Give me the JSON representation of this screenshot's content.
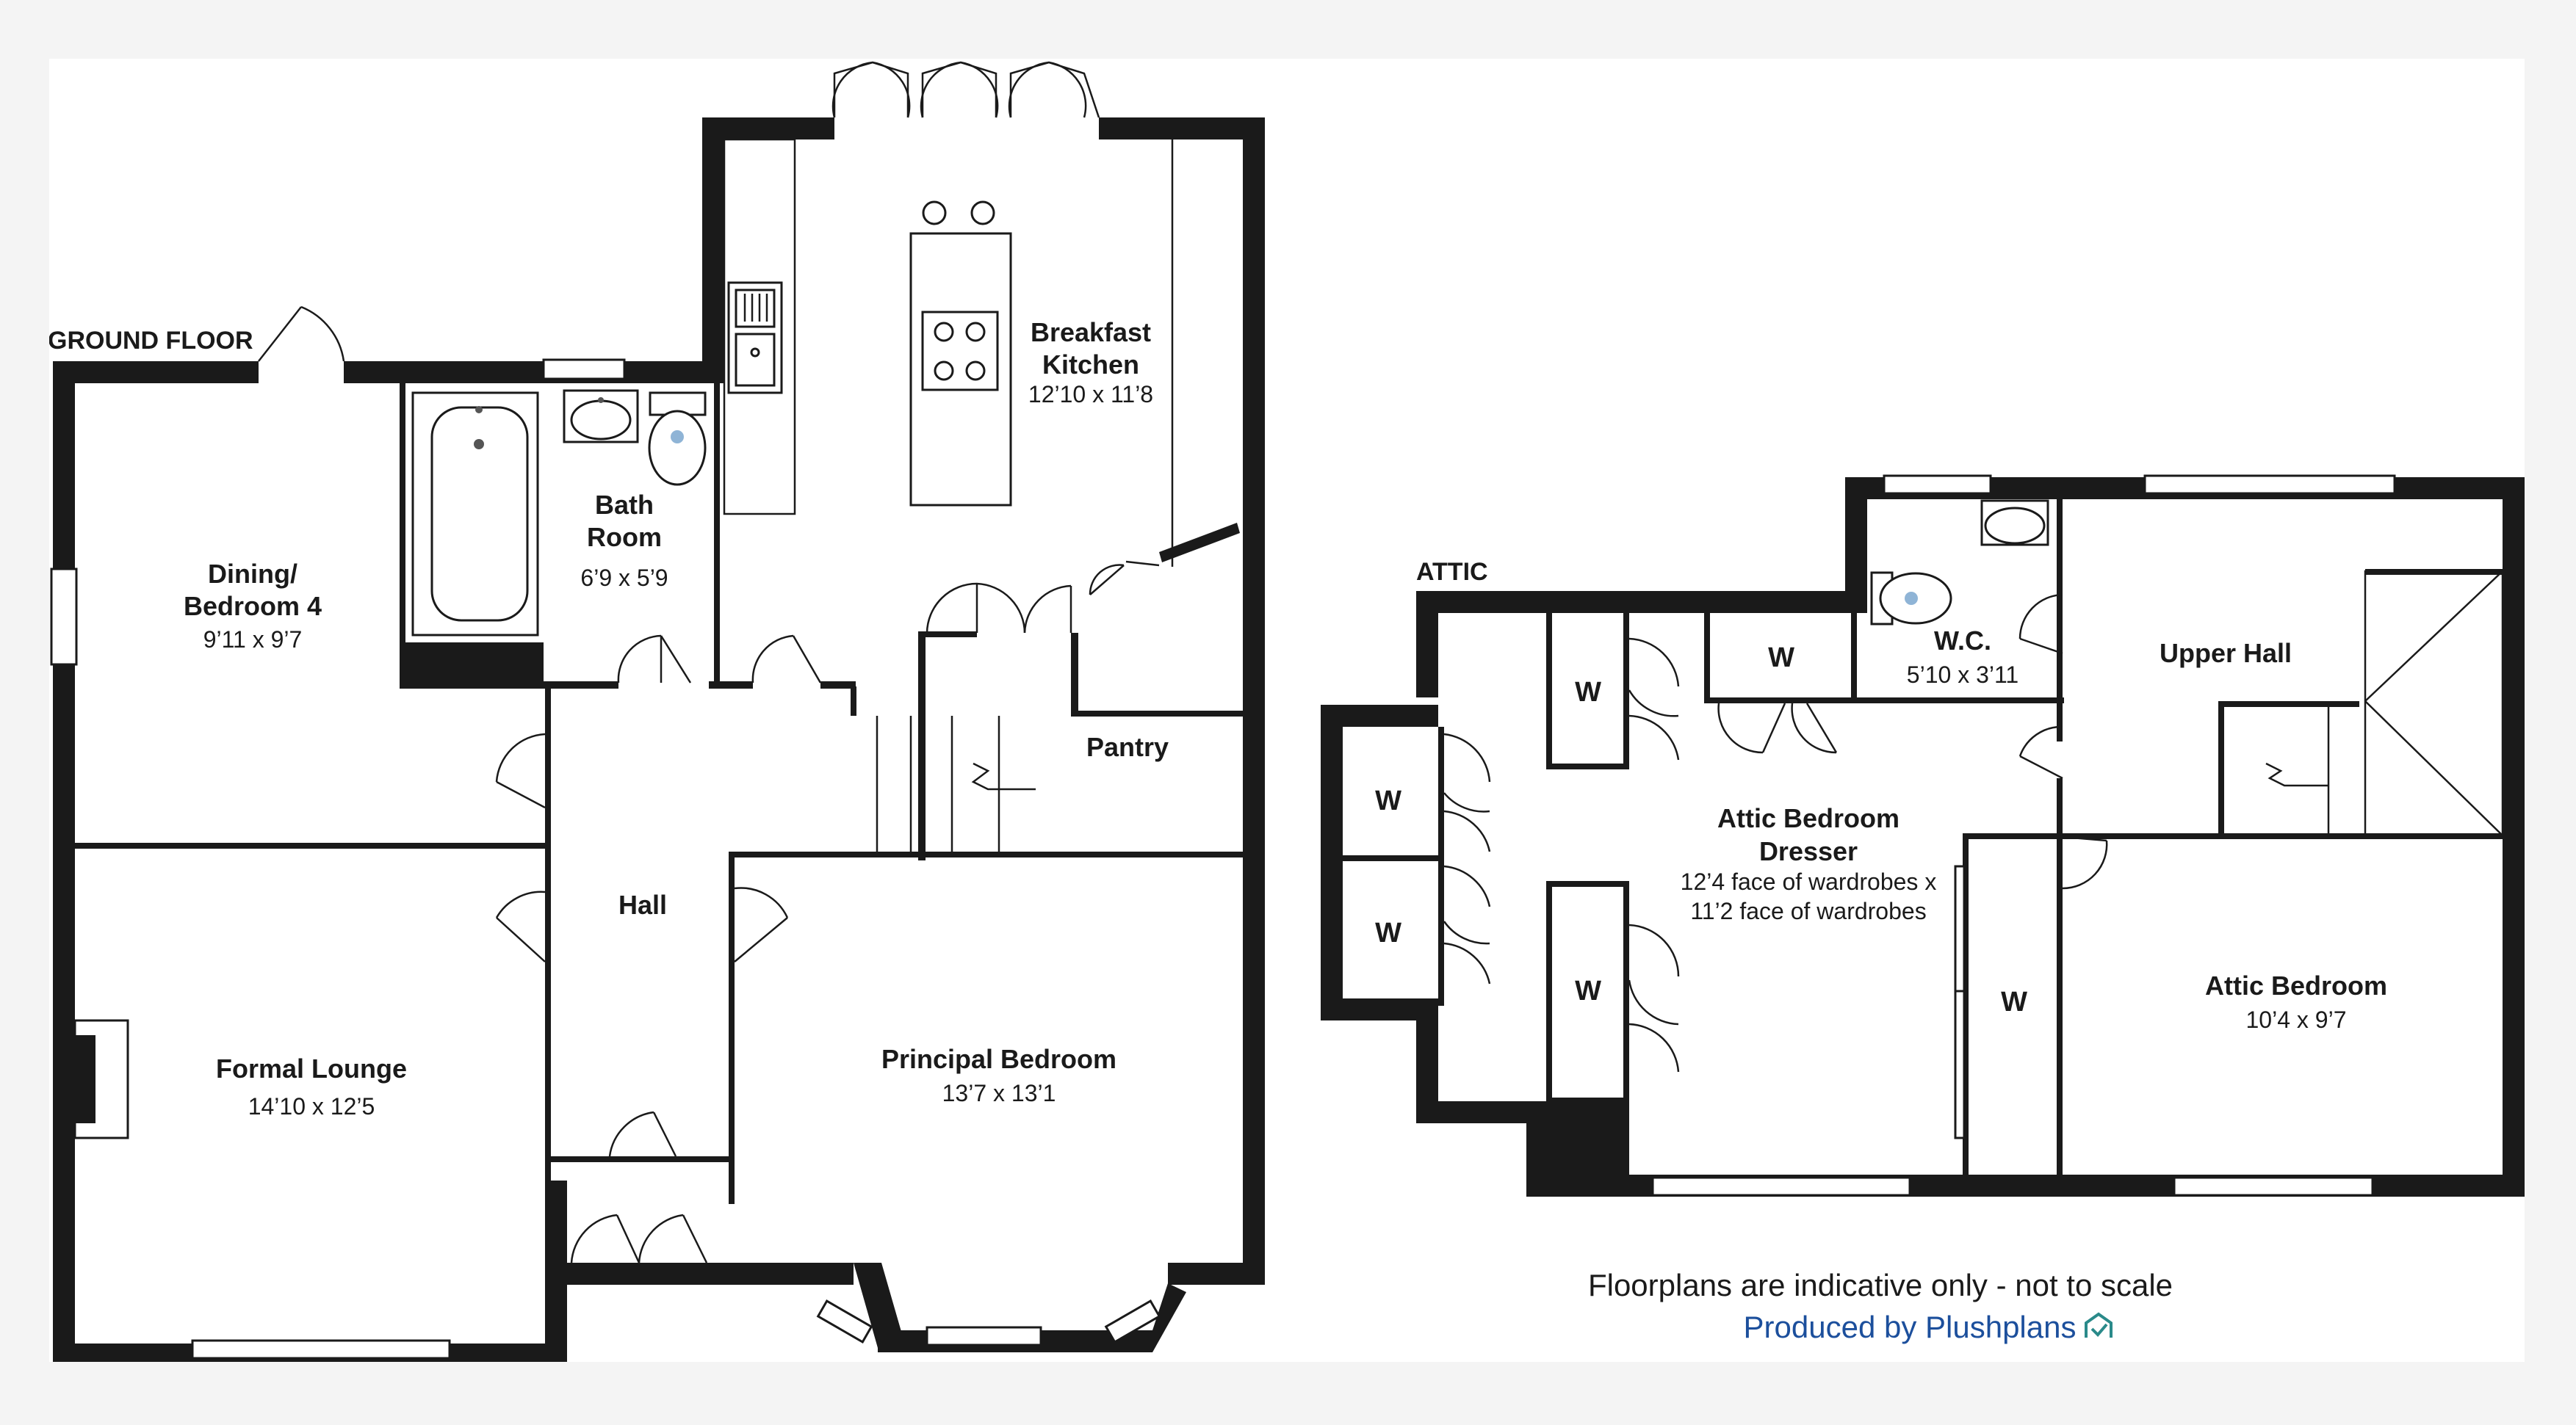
{
  "floors": {
    "ground": "GROUND FLOOR",
    "attic": "ATTIC"
  },
  "rooms": {
    "dining": {
      "name_line1": "Dining/",
      "name_line2": "Bedroom 4",
      "size": "9’11 x 9’7"
    },
    "bath": {
      "name_line1": "Bath",
      "name_line2": "Room",
      "size": "6’9 x 5’9"
    },
    "kitchen": {
      "name_line1": "Breakfast",
      "name_line2": "Kitchen",
      "size": "12’10 x 11’8"
    },
    "pantry": {
      "name": "Pantry"
    },
    "hall": {
      "name": "Hall"
    },
    "lounge": {
      "name": "Formal Lounge",
      "size": "14’10 x 12’5"
    },
    "principal": {
      "name": "Principal Bedroom",
      "size": "13’7 x 13’1"
    },
    "wc": {
      "name": "W.C.",
      "size": "5’10 x 3’11"
    },
    "upper_hall": {
      "name": "Upper Hall"
    },
    "attic_dresser": {
      "name_line1": "Attic Bedroom",
      "name_line2": "Dresser",
      "size_line1": "12’4 face of wardrobes x",
      "size_line2": "11’2 face of wardrobes"
    },
    "attic_bedroom": {
      "name": "Attic Bedroom",
      "size": "10’4 x 9’7"
    }
  },
  "wardrobe_label": "W",
  "footer": {
    "disclaimer": "Floorplans are indicative only - not to scale",
    "credit": "Produced by Plushplans"
  },
  "colors": {
    "wall": "#1a1a1a",
    "credit": "#1c4f9c",
    "fixture_accent": "#8fb4d6"
  }
}
